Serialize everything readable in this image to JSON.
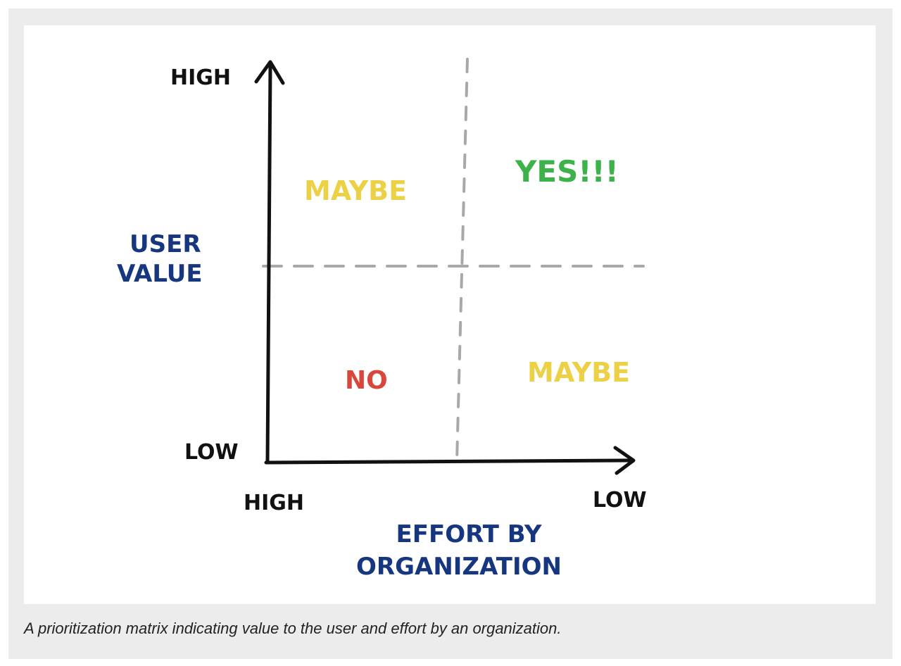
{
  "axis_labels": {
    "y_high": "HIGH",
    "y_low": "LOW",
    "y_title_line1": "USER",
    "y_title_line2": "VALUE",
    "x_high": "HIGH",
    "x_low": "LOW",
    "x_title_line1": "EFFORT BY",
    "x_title_line2": "ORGANIZATION"
  },
  "quadrants": {
    "top_left": "MAYBE",
    "top_right": "YES!!!",
    "bottom_left": "NO",
    "bottom_right": "MAYBE"
  },
  "colors": {
    "axis": "#111111",
    "axis_title": "#16377f",
    "maybe": "#ecd046",
    "yes": "#3db14a",
    "no": "#d8473b",
    "divider": "#a8a8a8",
    "frame": "#ececec"
  },
  "caption": "A prioritization matrix indicating value to the user and effort by an organization."
}
